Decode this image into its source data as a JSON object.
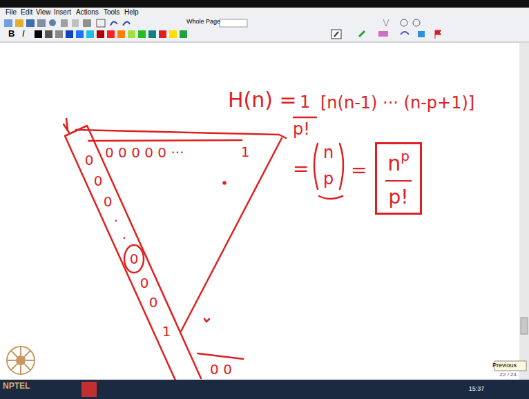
{
  "diagram": {
    "nodes": [
      {
        "text": [
          "n",
          "p",
          "p!"
        ]
      }
    ],
    "labels": [
      "File",
      "Edit",
      "View",
      "Insert",
      "Actions",
      "Tools",
      "Help",
      "Whole Page",
      "B",
      "I",
      "H(n) =",
      "1",
      "p!",
      "[n(n-1) ··· (n-p+1)]",
      "=",
      "n",
      "p",
      "=",
      "0 0 0 0 0 ···",
      "1",
      "0",
      "0",
      "0",
      "·",
      "·",
      "0",
      "0",
      "0",
      "1",
      "0 0",
      "Previous",
      "22 / 24",
      "15:37",
      "NPTEL"
    ]
  }
}
